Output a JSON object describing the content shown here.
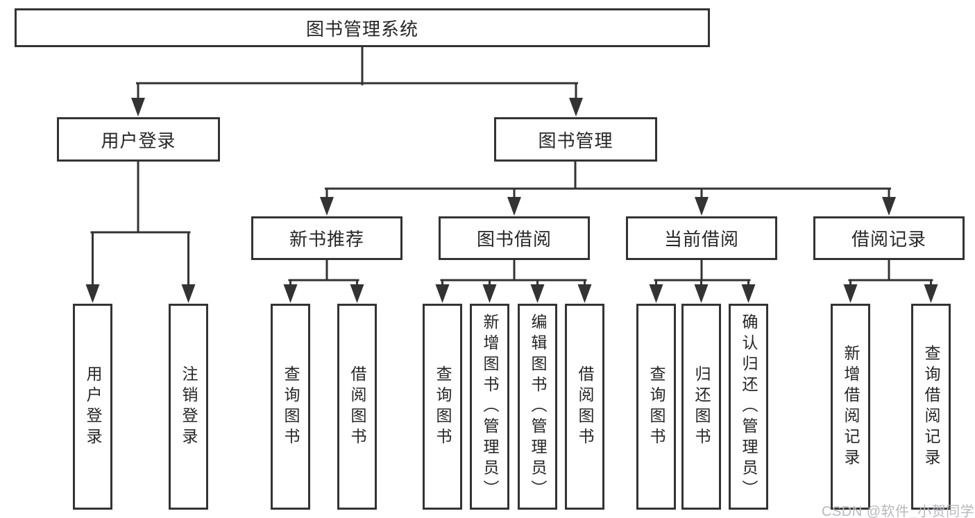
{
  "diagram_title": "图书管理系统",
  "colors": {
    "line": "#333333",
    "box_border": "#333333",
    "box_background": "#ffffff",
    "text": "#262626",
    "watermark": "#b5b9bf",
    "background": "#ffffff"
  },
  "tree": {
    "label": "图书管理系统",
    "children": [
      {
        "label": "用户登录",
        "children": [
          {
            "label": "用户登录"
          },
          {
            "label": "注销登录"
          }
        ]
      },
      {
        "label": "图书管理",
        "children": [
          {
            "label": "新书推荐",
            "children": [
              {
                "label": "查询图书"
              },
              {
                "label": "借阅图书"
              }
            ]
          },
          {
            "label": "图书借阅",
            "children": [
              {
                "label": "查询图书"
              },
              {
                "label": "新增图书（管理员）"
              },
              {
                "label": "编辑图书（管理员）"
              },
              {
                "label": "借阅图书"
              }
            ]
          },
          {
            "label": "当前借阅",
            "children": [
              {
                "label": "查询图书"
              },
              {
                "label": "归还图书"
              },
              {
                "label": "确认归还（管理员）"
              }
            ]
          },
          {
            "label": "借阅记录",
            "children": [
              {
                "label": "新增借阅记录"
              },
              {
                "label": "查询借阅记录"
              }
            ]
          }
        ]
      }
    ]
  },
  "watermark": {
    "text": "CSDN @软件_小贺同学"
  }
}
